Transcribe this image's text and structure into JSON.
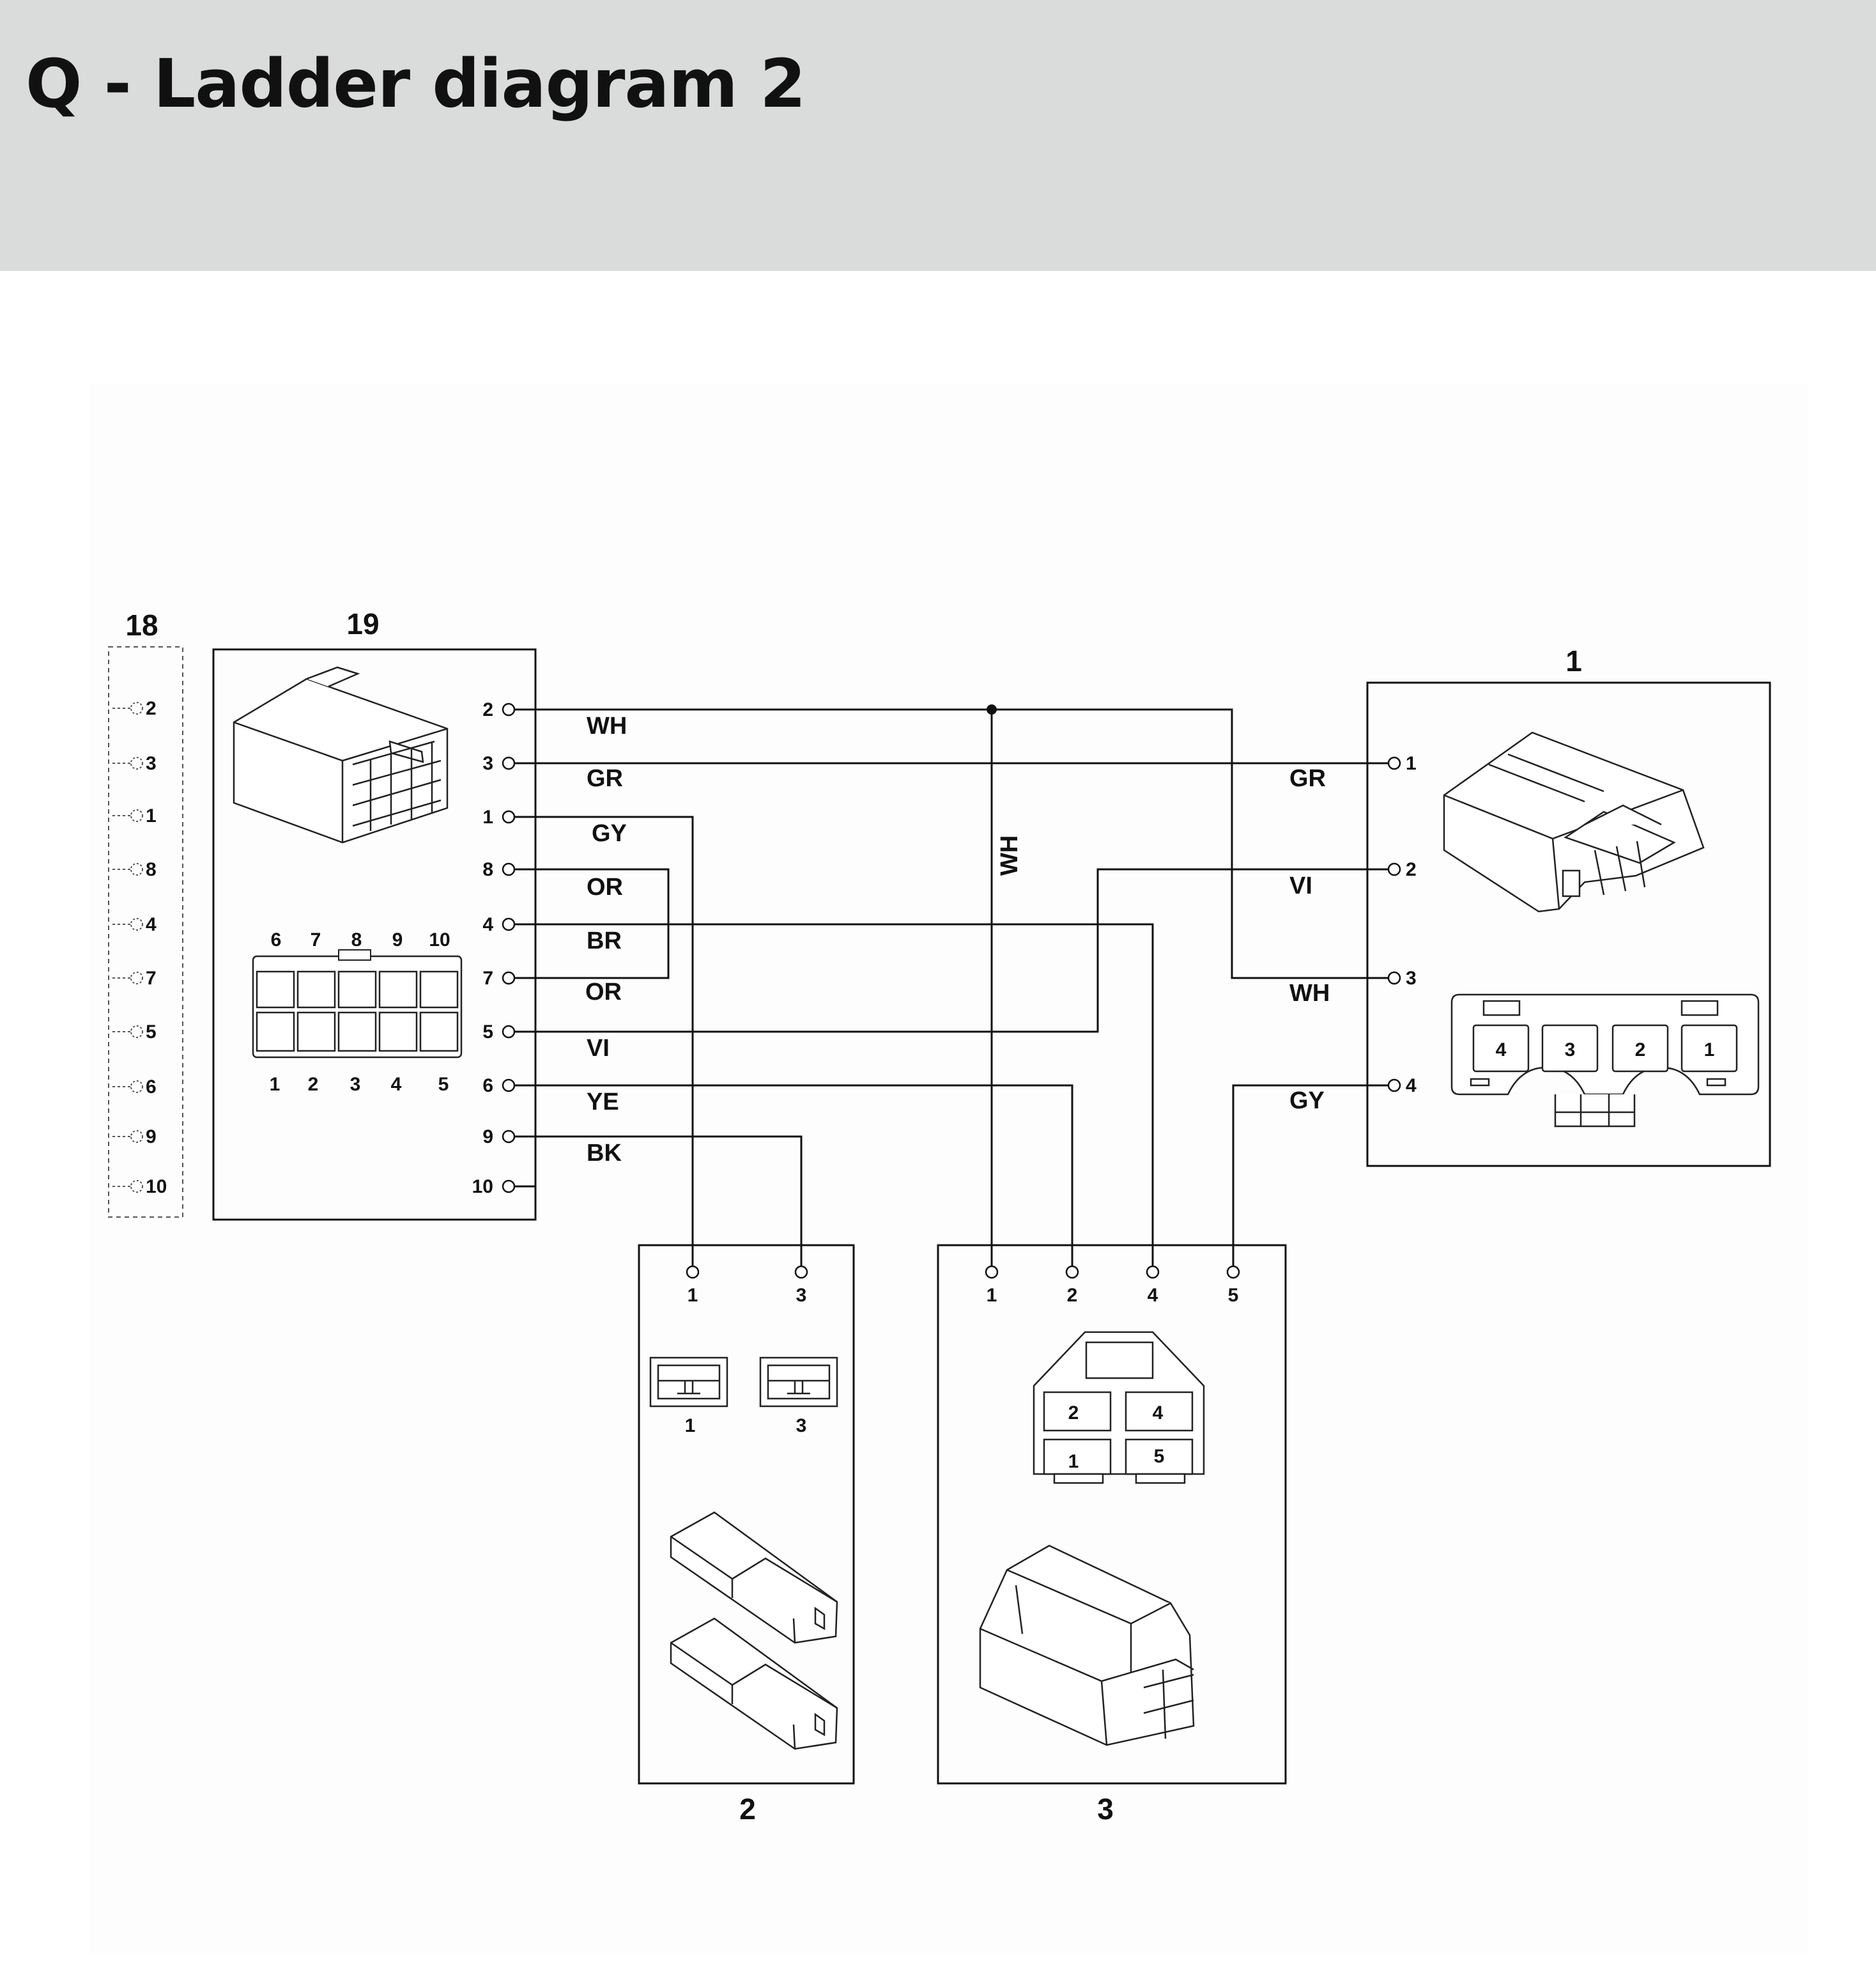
{
  "page": {
    "title": "Q - Ladder diagram 2"
  },
  "components": {
    "c18": {
      "label": "18",
      "pins": [
        "2",
        "3",
        "1",
        "8",
        "4",
        "7",
        "5",
        "6",
        "9",
        "10"
      ]
    },
    "c19": {
      "label": "19",
      "pins": [
        "2",
        "3",
        "1",
        "8",
        "4",
        "7",
        "5",
        "6",
        "9",
        "10"
      ],
      "face_top": [
        "6",
        "7",
        "8",
        "9",
        "10"
      ],
      "face_bottom": [
        "1",
        "2",
        "3",
        "4",
        "5"
      ]
    },
    "c1": {
      "label": "1",
      "pins": [
        "1",
        "2",
        "3",
        "4"
      ],
      "face": [
        "4",
        "3",
        "2",
        "1"
      ]
    },
    "c2": {
      "label": "2",
      "pins": [
        "1",
        "3"
      ],
      "terminal_labels": [
        "1",
        "3"
      ]
    },
    "c3": {
      "label": "3",
      "pins": [
        "1",
        "2",
        "4",
        "5"
      ],
      "face": [
        "2",
        "4",
        "1",
        "5"
      ]
    }
  },
  "wires": [
    {
      "from": "19-2",
      "to": "1-3",
      "color": "WH"
    },
    {
      "from": "19-3",
      "to": "1-1",
      "color": "GR"
    },
    {
      "from": "19-1",
      "to": "2-1",
      "color": "GY"
    },
    {
      "from": "19-8",
      "to": "19-7",
      "color": "OR"
    },
    {
      "from": "19-4",
      "to": "3-4",
      "color": "BR"
    },
    {
      "from": "19-7",
      "to": "19-8",
      "color": "OR"
    },
    {
      "from": "19-5",
      "to": "1-2",
      "color": "VI"
    },
    {
      "from": "19-6",
      "to": "3-2",
      "color": "YE"
    },
    {
      "from": "19-9",
      "to": "2-3",
      "color": "BK"
    },
    {
      "from": "splice",
      "to": "3-1",
      "color": "WH"
    },
    {
      "from": "1-4",
      "to": "3-5",
      "color": "GY"
    }
  ],
  "right_labels": [
    "GR",
    "VI",
    "WH",
    "GY"
  ],
  "splice_label": "WH"
}
